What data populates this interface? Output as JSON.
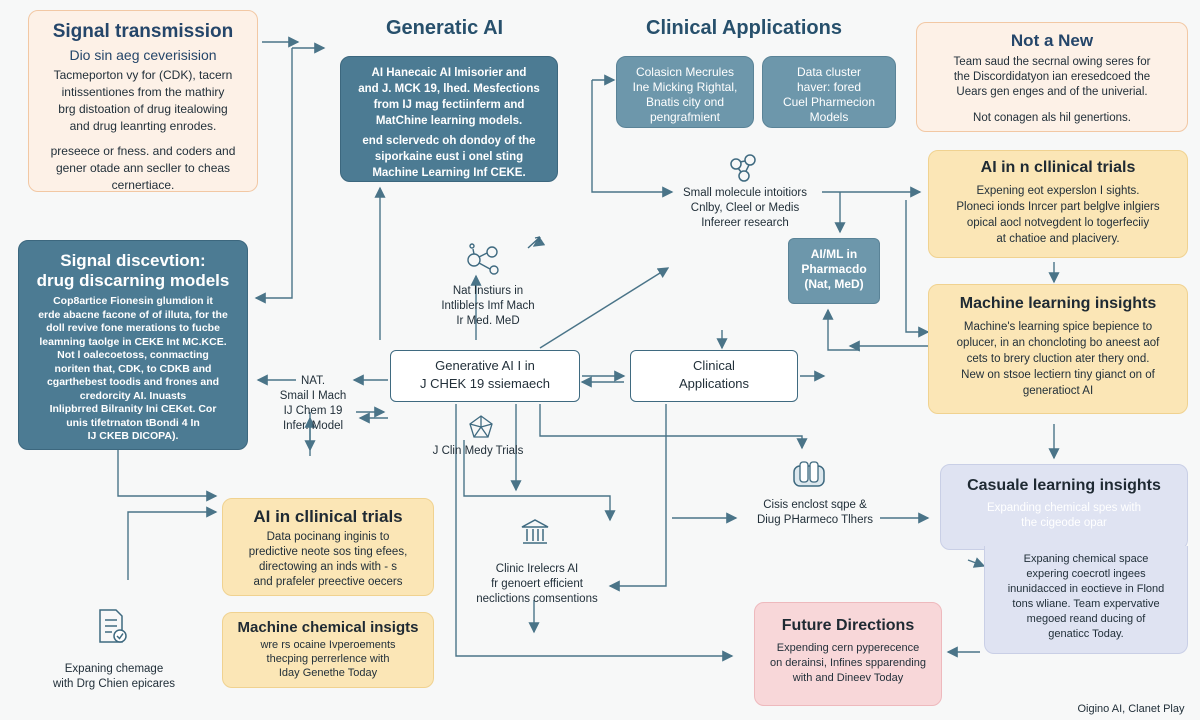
{
  "headings": {
    "generative_ai": "Generatic AI",
    "clinical_applications": "Clinical Applications"
  },
  "signal_transmission": {
    "title": "Signal transmission",
    "subtitle": "Dio sin aeg ceverisision",
    "body": "Tacmeporton vy for (CDK), tacern\nintissentiones from the mathiry\nbrg distoation of drug itealowing\nand drug leanrting enrodes.",
    "body2": "preseece or fness. and coders and\ngener otade ann secller to cheas\ncernertiace."
  },
  "gen_ai_box": {
    "body": "AI Hanecaic AI lmisorier and\nand J. MCK 19, lhed. Mesfections\nfrom IJ mag fectiinferm and\nMatChine learning models.",
    "body2": "end sclervedc oh dondoy of the\nsiporkaine eust i onel sting\nMachine Learning Inf CEKE."
  },
  "clin_box1": {
    "body": "Colasicn Mecrules\nIne Micking Rightal,\nBnatis city ond\npengrafmient"
  },
  "clin_box2": {
    "body": "Data cluster\nhaver: fored\nCuel Pharmecion\nModels"
  },
  "not_a_new": {
    "title": "Not a New",
    "body": "Team saud the secrnal owing seres for\nthe Discordidatyon ian eresedcoed the\nUears gen enges and of the univerial.",
    "body2": "Not conagen als hil genertions."
  },
  "signal_discovery": {
    "title": "Signal discevtion:\ndrug discarning models",
    "body": "Cop8artice Fionesin glumdion it\nerde abacne facone of of illuta, for the\ndoll revive fone merations to fucbe\nleamning taolge in CEKE Int MC.KCE.\nNot l oalecoetoss, conmacting\nnoriten that, CDK, to CDKB and\ncgarthebest toodis and frones and\ncredorcity AI. Inuasts\nInlipbrred Bilranity Ini CEKet. Cor\nunis tifetrnaton tBondi 4 In\nIJ CKEB DICOPA)."
  },
  "ai_clinical_right": {
    "title": "AI in n cllinical trials",
    "body": "Expening eot experslon I sights.\nPloneci ionds Inrcer part belglve inlgiers\nopical aocl notvegdent lo togerfeciiy\nat chatioe and placivery."
  },
  "ml_insights": {
    "title": "Machine learning insights",
    "body": "Machine's learning spice bepience to\noplucer, in an choncloting bo aneest aof\ncets to brery cluction ater thery ond.\nNew on stsoe lectiern tiny gianct on of\ngeneratioct AI"
  },
  "aiml_pharma": {
    "body": "AI/ML in\nPharmacdo\n(Nat, MeD)"
  },
  "small_molecule": "Small molecule intoitiors\nCnlby, Cleel or Medis\nInfereer research",
  "nat_inst": "Nat Instiurs in\nIntliblers Imf Mach\nIr Med. MeD",
  "gen_ai_mid": {
    "text": "Generative AI I in\nJ CHEK 19 ssiemaech"
  },
  "clin_mid": {
    "text": "Clinical\nApplications"
  },
  "nat_small": "NAT.\nSmail I Mach\nIJ Chem 19\nInfer. Model",
  "jclin": "J Clin Medy Trials",
  "clinic_ai": "Clinic Irelecrs AI\nfr genoert efficient\nneclictions comsentions",
  "cisis": "Cisis enclost sqpe &\nDiug PHarmeco Tlhers",
  "ai_clinical_left": {
    "title": "AI in cllinical trials",
    "body": "Data pocinang inginis to\npredictive neote sos ting efees,\ndirectowing an inds with - s\nand prafeler preective oecers"
  },
  "machine_chemical": {
    "title": "Machine chemical insigts",
    "body": "wre rs ocaine Ivperoements\nthecping perrerlence with\nIday Genethe Today"
  },
  "expanding_doc": "Expaning chemage\nwith Drg Chien epicares",
  "causal": {
    "title": "Casuale learning insights",
    "faded": "Expanding chemical spes with\nthe cigeode opar",
    "body": "Expaning chemical space\nexpering coecrotl ingees\ninunidacced in eoctieve in Flond\ntons wliane. Team expervative\nmegoed reand ducing of\ngenaticc Today."
  },
  "future": {
    "title": "Future Directions",
    "body": "Expending cern pyperecence\non derainsi, Infines spparending\nwith and Dineev Today"
  },
  "footer": "Oigino AI, Clanet Play",
  "colors": {
    "teal": "#4c7b93",
    "peach": "#fdf1e7",
    "yellow": "#fbe6b6",
    "lavender": "#dfe3f2",
    "pink": "#f8d7d9",
    "line": "#4a7488"
  },
  "icons": [
    "molecule-icon",
    "molecule-network-icon",
    "institution-icon",
    "pharma-bottles-icon",
    "document-check-icon",
    "pointer-icon"
  ]
}
